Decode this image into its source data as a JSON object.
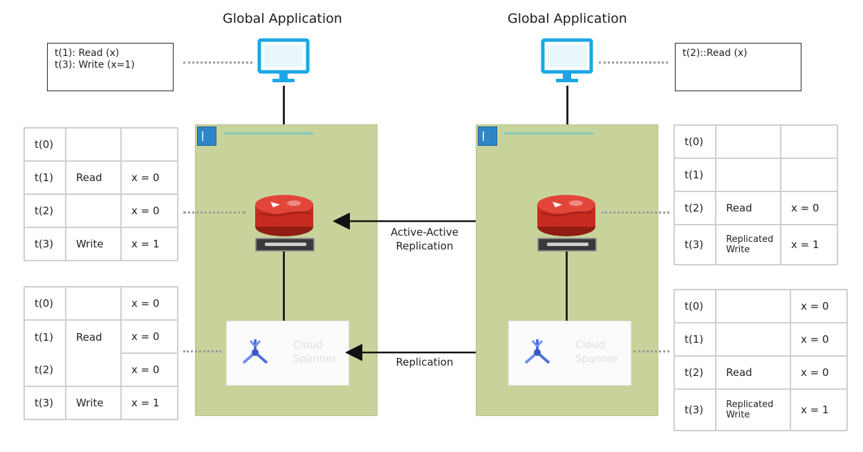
{
  "left": {
    "title": "Global Application",
    "note": [
      "t(1): Read  (x)",
      "t(3): Write (x=1)"
    ],
    "cache_table": {
      "rows": [
        [
          "t(0)",
          "",
          ""
        ],
        [
          "t(1)",
          "Read",
          "x  =  0"
        ],
        [
          "t(2)",
          "",
          "x  =  0"
        ],
        [
          "t(3)",
          "Write",
          "x  =  1"
        ]
      ]
    },
    "db_table": {
      "rows": [
        [
          "t(0)",
          "",
          "x  =  0"
        ],
        [
          "t(1)",
          "Read",
          "x  =  0"
        ],
        [
          "t(2)",
          "",
          "x  =  0"
        ],
        [
          "t(3)",
          "Write",
          "x  =  1"
        ]
      ]
    },
    "spanner_label": [
      "Cloud",
      "Spanner"
    ]
  },
  "right": {
    "title": "Global Application",
    "note": [
      "t(2)::Read  (x)"
    ],
    "cache_table": {
      "rows": [
        [
          "t(0)",
          "",
          ""
        ],
        [
          "t(1)",
          "",
          ""
        ],
        [
          "t(2)",
          "Read",
          "x  =  0"
        ],
        [
          "t(3)",
          "Replicated Write",
          "x  =  1"
        ]
      ]
    },
    "db_table": {
      "rows": [
        [
          "t(0)",
          "",
          "x  =  0"
        ],
        [
          "t(1)",
          "",
          "x  =  0"
        ],
        [
          "t(2)",
          "Read",
          "x  =  0"
        ],
        [
          "t(3)",
          "Replicated Write",
          "x  =  1"
        ]
      ]
    },
    "spanner_label": [
      "Cloud",
      "Spanner"
    ]
  },
  "arrows": {
    "cache_replication": [
      "Active-Active",
      "Replication"
    ],
    "db_replication": "Replication"
  },
  "icons": {
    "monitor": "monitor-icon",
    "cache": "redis-icon",
    "spanner": "spanner-icon",
    "region": "region-icon"
  },
  "colors": {
    "monitor": "#1aa7e6",
    "region_fill": "#c8d39b",
    "cache_red": "#c62b1f",
    "spanner_blue": "#4f6fd8"
  }
}
